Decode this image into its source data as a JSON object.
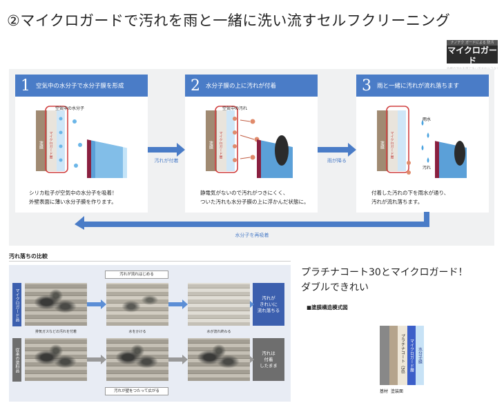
{
  "title": "②マイクロガードで汚れを雨と一緒に洗い流すセルフクリーニング",
  "logo": {
    "tagline": "ナノテク ガードによる 防汚",
    "name": "マイクロガード",
    "sub": "外壁の汚れを雨で洗い流すセルフクリーニング"
  },
  "steps": [
    {
      "num": "1",
      "heading": "空気中の水分子で水分子膜を形成",
      "label_top": "空気中の水分子",
      "layer_paint": "塗膜",
      "layer_guard": "マイクロガード層",
      "desc_lines": [
        "シリカ粒子が空気中の水分子を吸着！",
        "外壁表面に薄い水分子膜を作ります。"
      ]
    },
    {
      "num": "2",
      "heading": "水分子膜の上に汚れが付着",
      "label_top": "空気中の汚れ",
      "layer_paint": "塗膜",
      "layer_guard": "マイクロガード層",
      "desc_lines": [
        "静電気がないので汚れがつきにくく、",
        "ついた汚れも水分子膜の上に浮かんだ状態に。"
      ]
    },
    {
      "num": "3",
      "heading": "雨と一緒に汚れが流れ落ちます",
      "label_rain": "雨水",
      "label_dirt": "汚れ",
      "layer_paint": "塗膜",
      "layer_guard": "マイクロガード層",
      "desc_lines": [
        "付着した汚れの下を雨水が通り、",
        "汚れが流れ落ちます。"
      ]
    }
  ],
  "arrows": {
    "a1": "汚れが付着",
    "a2": "雨が降る",
    "back": "水分子を再吸着"
  },
  "comparison": {
    "title": "汚れ落ちの比較",
    "top_note": "汚れが流れはじめる",
    "bottom_note": "汚れが壁をつたって広がる",
    "row1": {
      "label": "マイクロガード品",
      "captions": [
        "排気ガスなどの汚れを付着",
        "水をかける",
        "水が流れ終わる"
      ],
      "result": "汚れが\nきれいに\n流れ落ちる"
    },
    "row2": {
      "label": "従来の塗料品",
      "result": "汚れは\n付着\nしたまま"
    }
  },
  "right": {
    "headline_1": "プラチナコート30とマイクロガード！",
    "headline_2": "ダブルできれい",
    "diagram_title": "■塗膜構造模式図",
    "layers": {
      "water": "水分子膜",
      "guard": "マイクロガード層",
      "platina": "プラチナコート（30）",
      "base": "基材",
      "paint": "塗装面"
    }
  },
  "colors": {
    "accent_blue": "#4a7cc7",
    "dark_blue": "#2a3f8f",
    "result_blue": "#3c5fae",
    "result_gray": "#6e6e6e",
    "frame_red": "#d04040"
  }
}
